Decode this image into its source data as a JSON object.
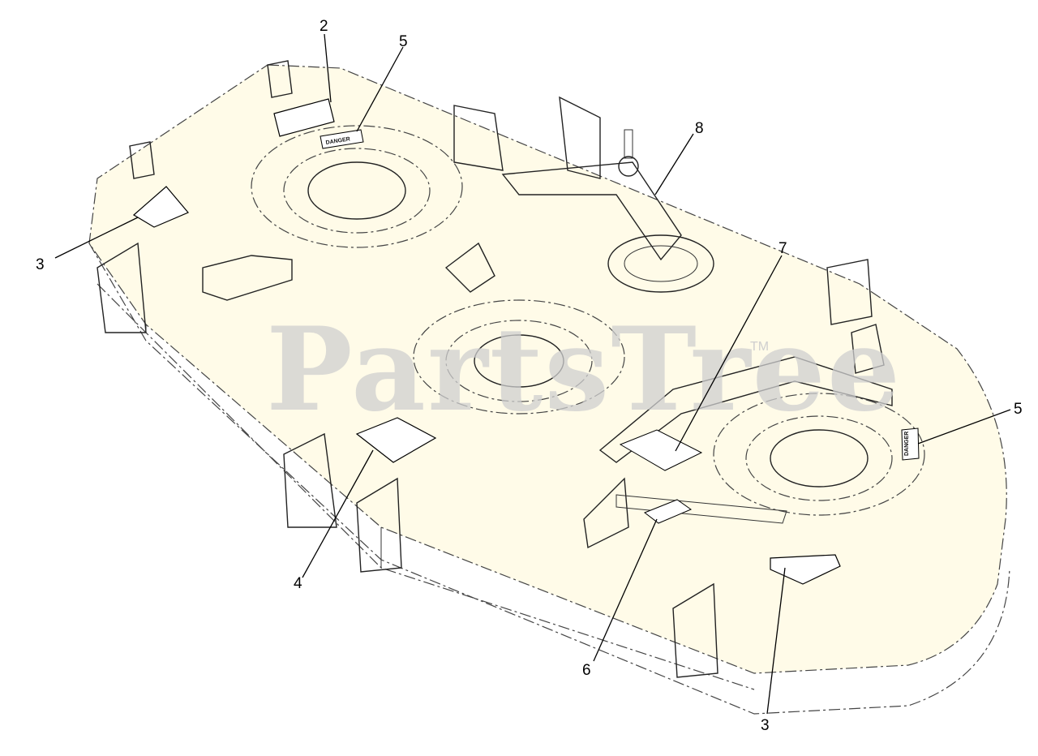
{
  "watermark": {
    "brand": "PartsTree",
    "trademark": "TM"
  },
  "colors": {
    "deck_fill": "#fffbe8",
    "line": "#333333",
    "watermark": "#cfcfcf"
  },
  "callouts": [
    {
      "id": "c2",
      "label": "2"
    },
    {
      "id": "c5a",
      "label": "5"
    },
    {
      "id": "c8",
      "label": "8"
    },
    {
      "id": "c3a",
      "label": "3"
    },
    {
      "id": "c7",
      "label": "7"
    },
    {
      "id": "c5b",
      "label": "5"
    },
    {
      "id": "c4",
      "label": "4"
    },
    {
      "id": "c6",
      "label": "6"
    },
    {
      "id": "c3b",
      "label": "3"
    }
  ],
  "decals": {
    "danger_left": "DANGER",
    "danger_right": "DANGER"
  }
}
